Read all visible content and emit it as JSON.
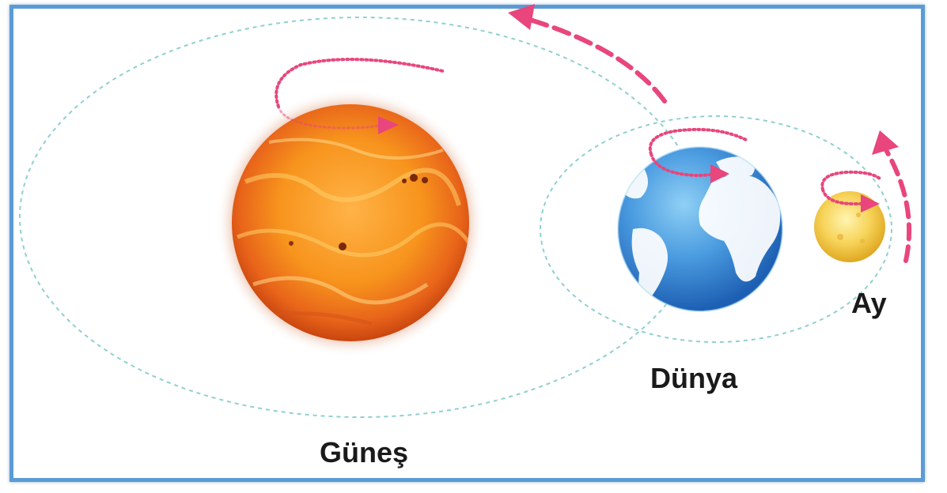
{
  "labels": {
    "sun": "Güneş",
    "earth": "Dünya",
    "moon": "Ay"
  },
  "colors": {
    "frame_border": "#5b9bd5",
    "orbit_path": "#8fd0cf",
    "motion_arrow": "#e8467c",
    "sun_core": "#f7941d",
    "earth_ocean": "#2a78c8",
    "earth_land": "#ffffff",
    "moon_color": "#f5c13a"
  }
}
